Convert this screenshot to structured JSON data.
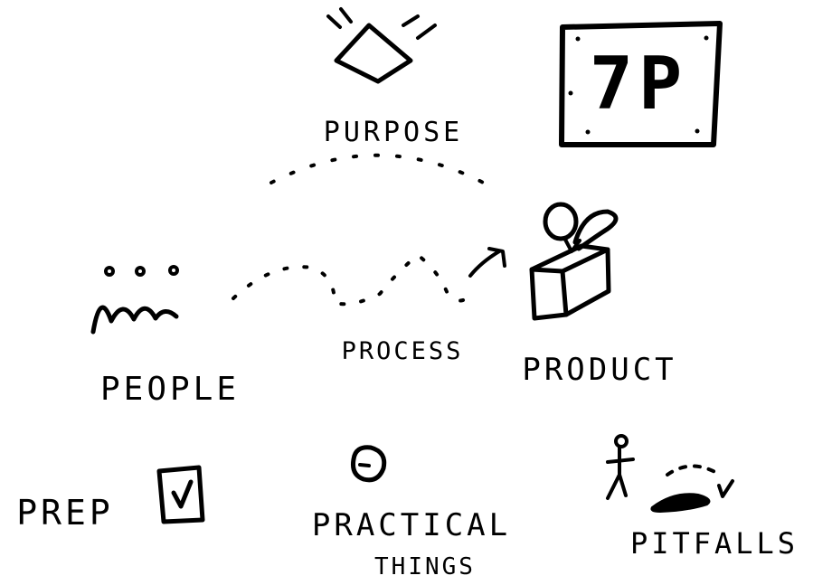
{
  "badge": {
    "text": "7P"
  },
  "labels": {
    "purpose": "PURPOSE",
    "people": "PEOPLE",
    "process": "PROCESS",
    "product": "PRODUCT",
    "prep": "PREP",
    "practical_line1": "PRACTICAL",
    "practical_line2": "THINGS",
    "pitfalls": "PITFALLS"
  },
  "colors": {
    "ink": "#000000",
    "paper": "#ffffff"
  },
  "icons": {
    "purpose": "lightbulb-icon",
    "people": "people-icon",
    "product": "gift-box-icon",
    "prep": "checkbox-icon",
    "practical": "clock-icon",
    "pitfalls": "stick-figure-pit-icon"
  }
}
